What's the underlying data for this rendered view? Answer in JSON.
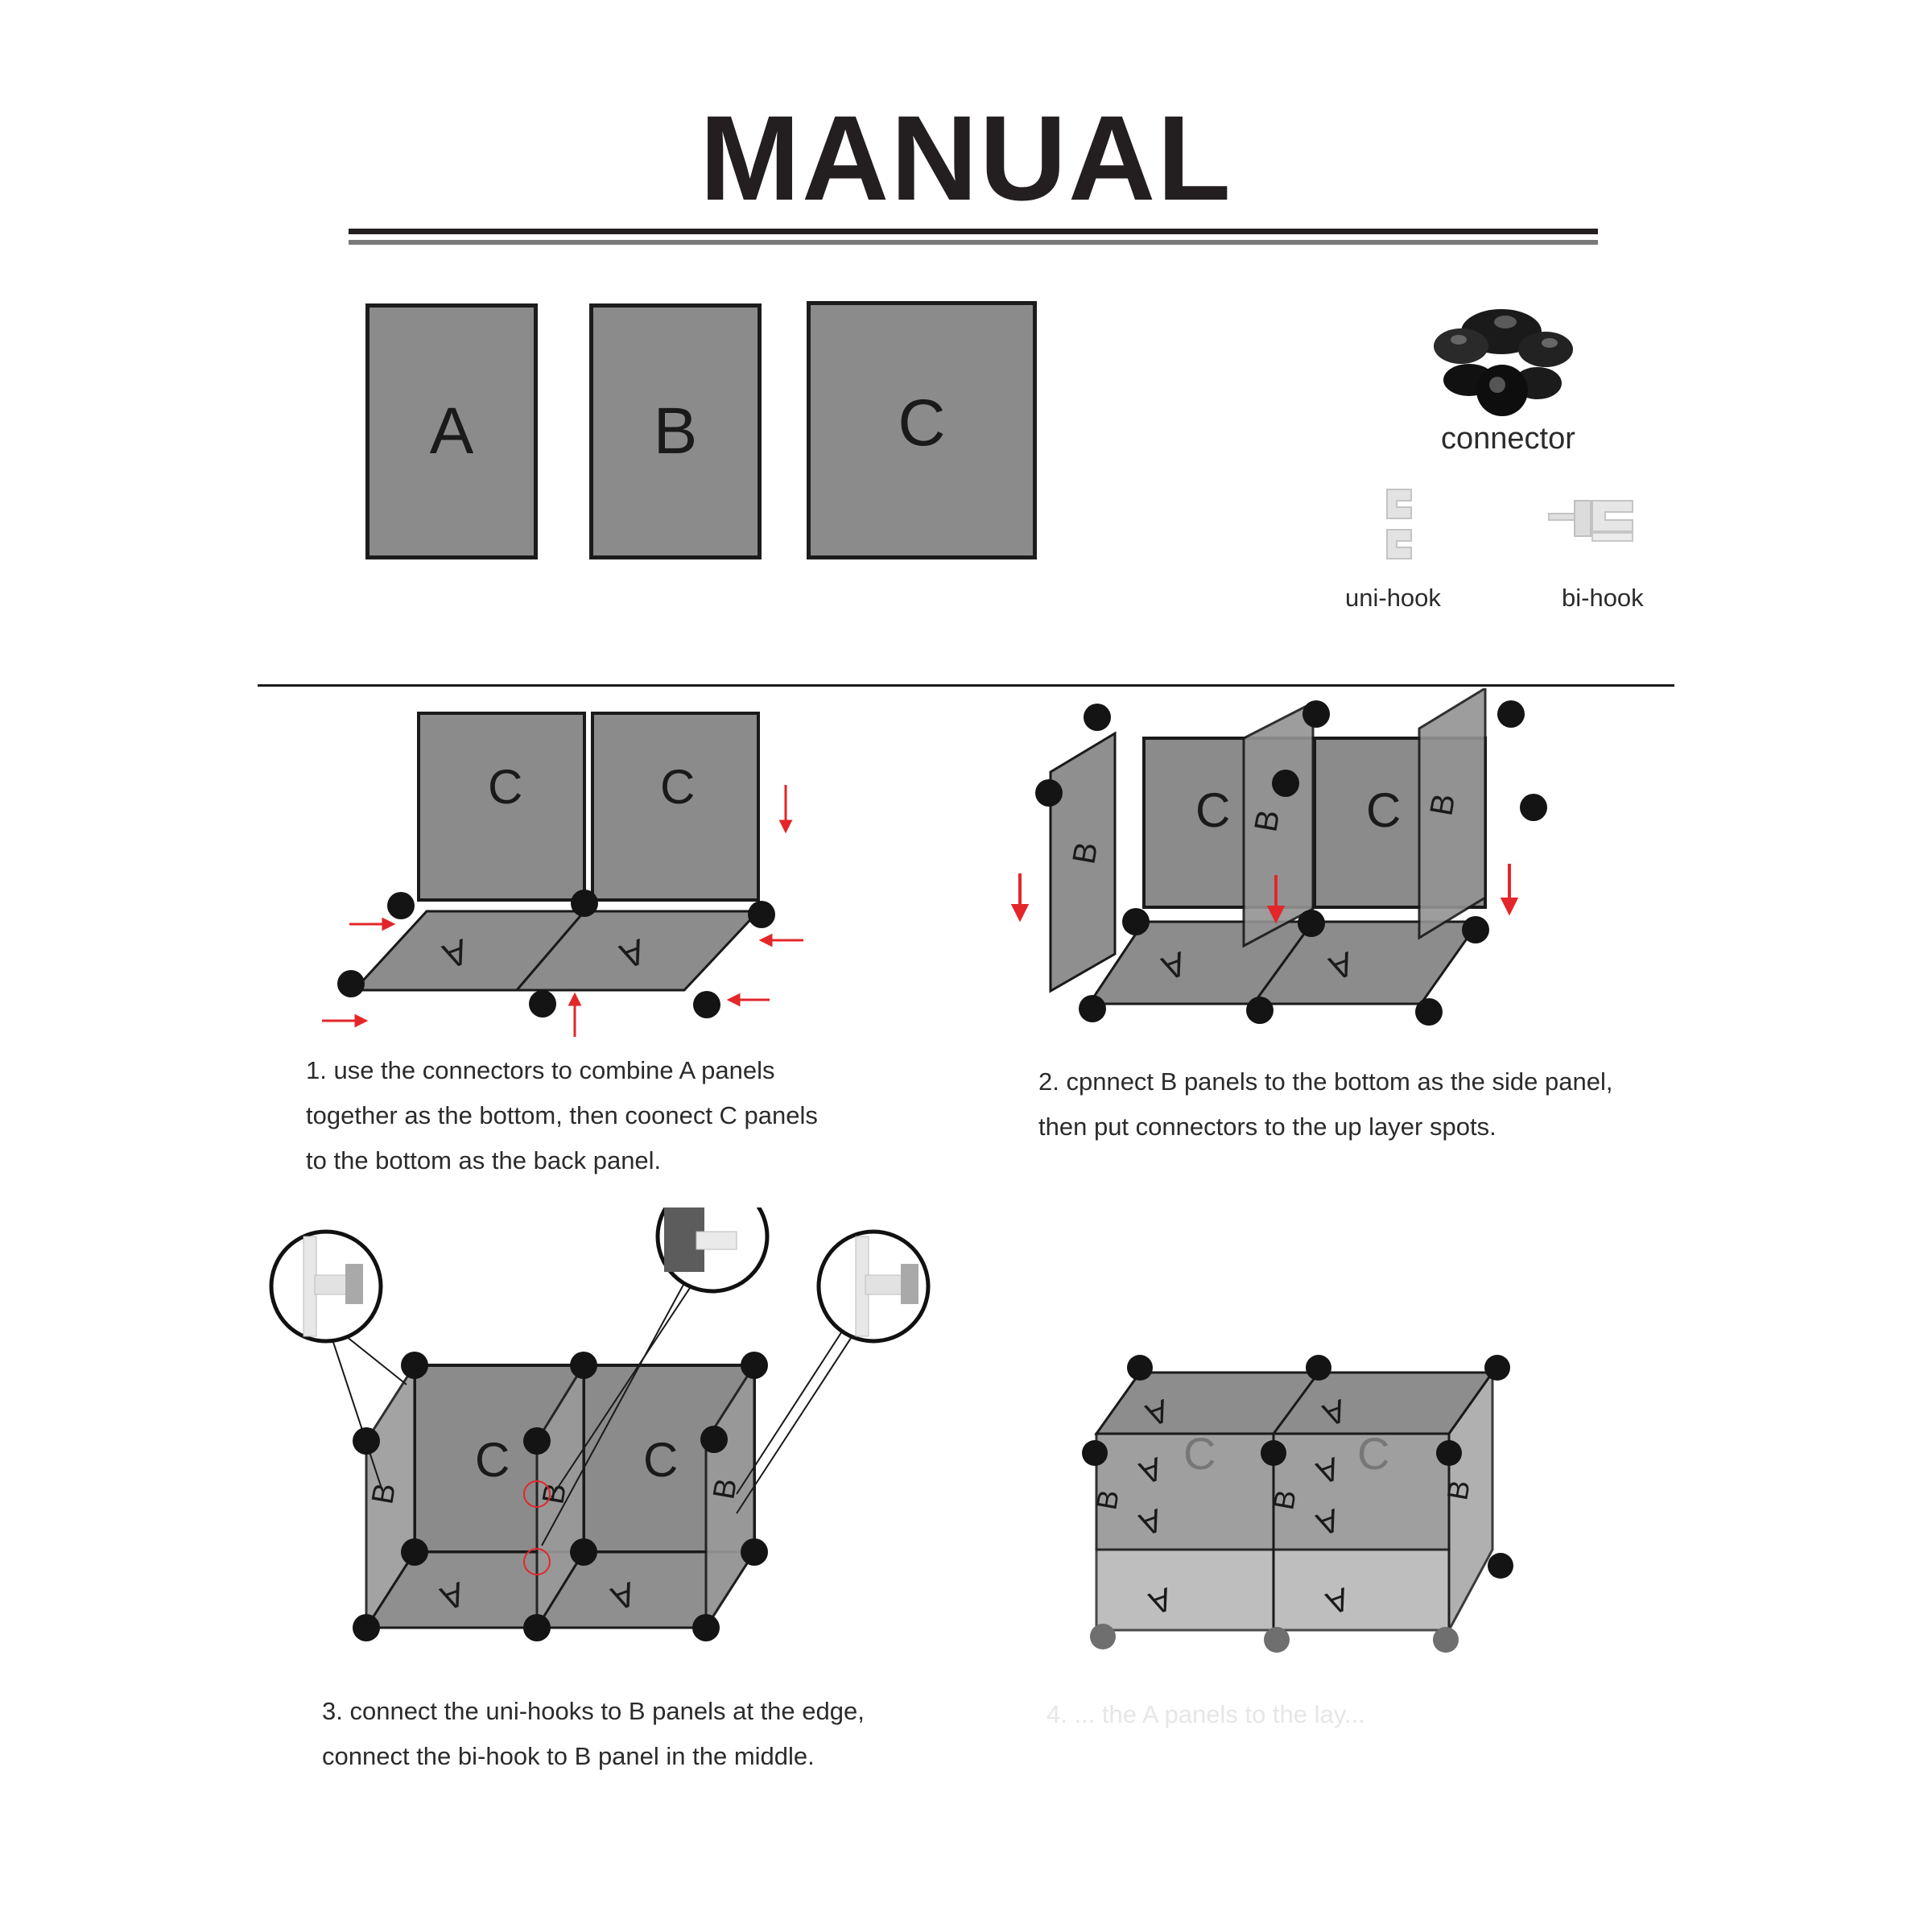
{
  "title": "MANUAL",
  "panels": [
    {
      "label": "A"
    },
    {
      "label": "B"
    },
    {
      "label": "C"
    }
  ],
  "parts": {
    "connector": "connector",
    "uni_hook": "uni-hook",
    "bi_hook": "bi-hook"
  },
  "diagram_labels": {
    "a": "A",
    "b": "B",
    "c": "C"
  },
  "steps": [
    {
      "lines": [
        "1. use the connectors to combine A panels",
        "together as the bottom, then coonect C panels",
        "to the bottom as the back panel."
      ]
    },
    {
      "lines": [
        "2. cpnnect B panels to the bottom as the side panel,",
        "then put connectors to the up layer spots."
      ]
    },
    {
      "lines": [
        "3. connect the uni-hooks to B panels at the edge,",
        "connect the bi-hook to B panel in the middle."
      ]
    },
    {
      "lines": [
        "4. ... the A panels to the lay..."
      ]
    }
  ],
  "colors": {
    "panel_fill": "#8b8b8b",
    "arrow": "#e3262a",
    "text": "#231f20"
  }
}
